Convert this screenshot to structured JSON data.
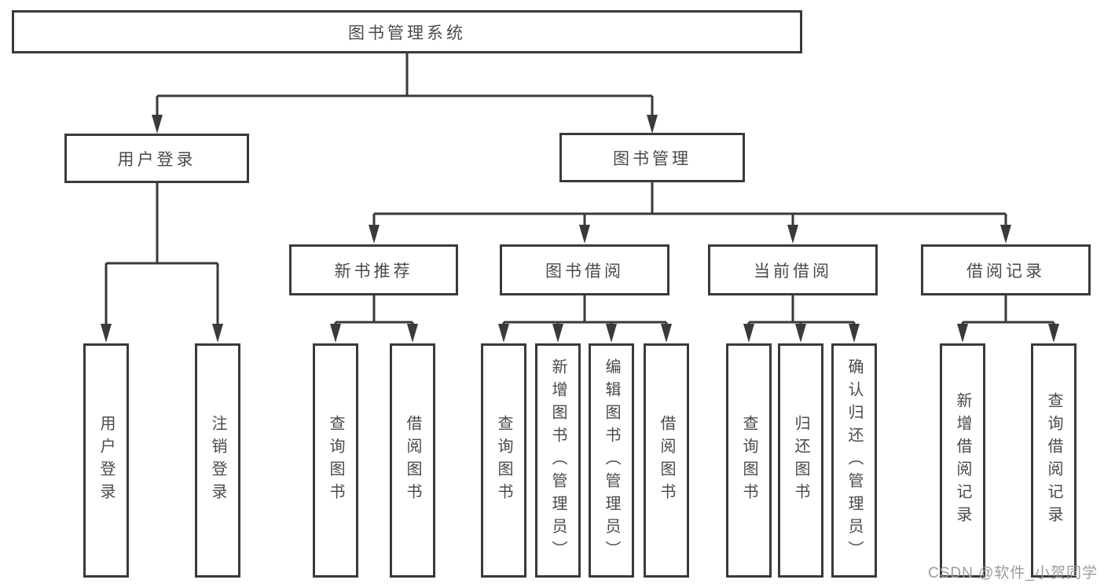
{
  "colors": {
    "line": "#3a3a3a",
    "text": "#4a4a4a",
    "background": "#ffffff",
    "watermark": "#9b9b9b"
  },
  "nodes": {
    "root": "图书管理系统",
    "level2": [
      "用户登录",
      "图书管理"
    ],
    "level3": [
      "新书推荐",
      "图书借阅",
      "当前借阅",
      "借阅记录"
    ],
    "leaves": [
      "用户登录",
      "注销登录",
      "查询图书",
      "借阅图书",
      "查询图书",
      "新增图书（管理员）",
      "编辑图书（管理员）",
      "借阅图书",
      "查询图书",
      "归还图书",
      "确认归还（管理员）",
      "新增借阅记录",
      "查询借阅记录"
    ]
  },
  "hierarchy": {
    "图书管理系统": {
      "用户登录": [
        "用户登录",
        "注销登录"
      ],
      "图书管理": {
        "新书推荐": [
          "查询图书",
          "借阅图书"
        ],
        "图书借阅": [
          "查询图书",
          "新增图书（管理员）",
          "编辑图书（管理员）",
          "借阅图书"
        ],
        "当前借阅": [
          "查询图书",
          "归还图书",
          "确认归还（管理员）"
        ],
        "借阅记录": [
          "新增借阅记录",
          "查询借阅记录"
        ]
      }
    }
  },
  "watermark": {
    "text": "CSDN @软件_小贺同学"
  }
}
